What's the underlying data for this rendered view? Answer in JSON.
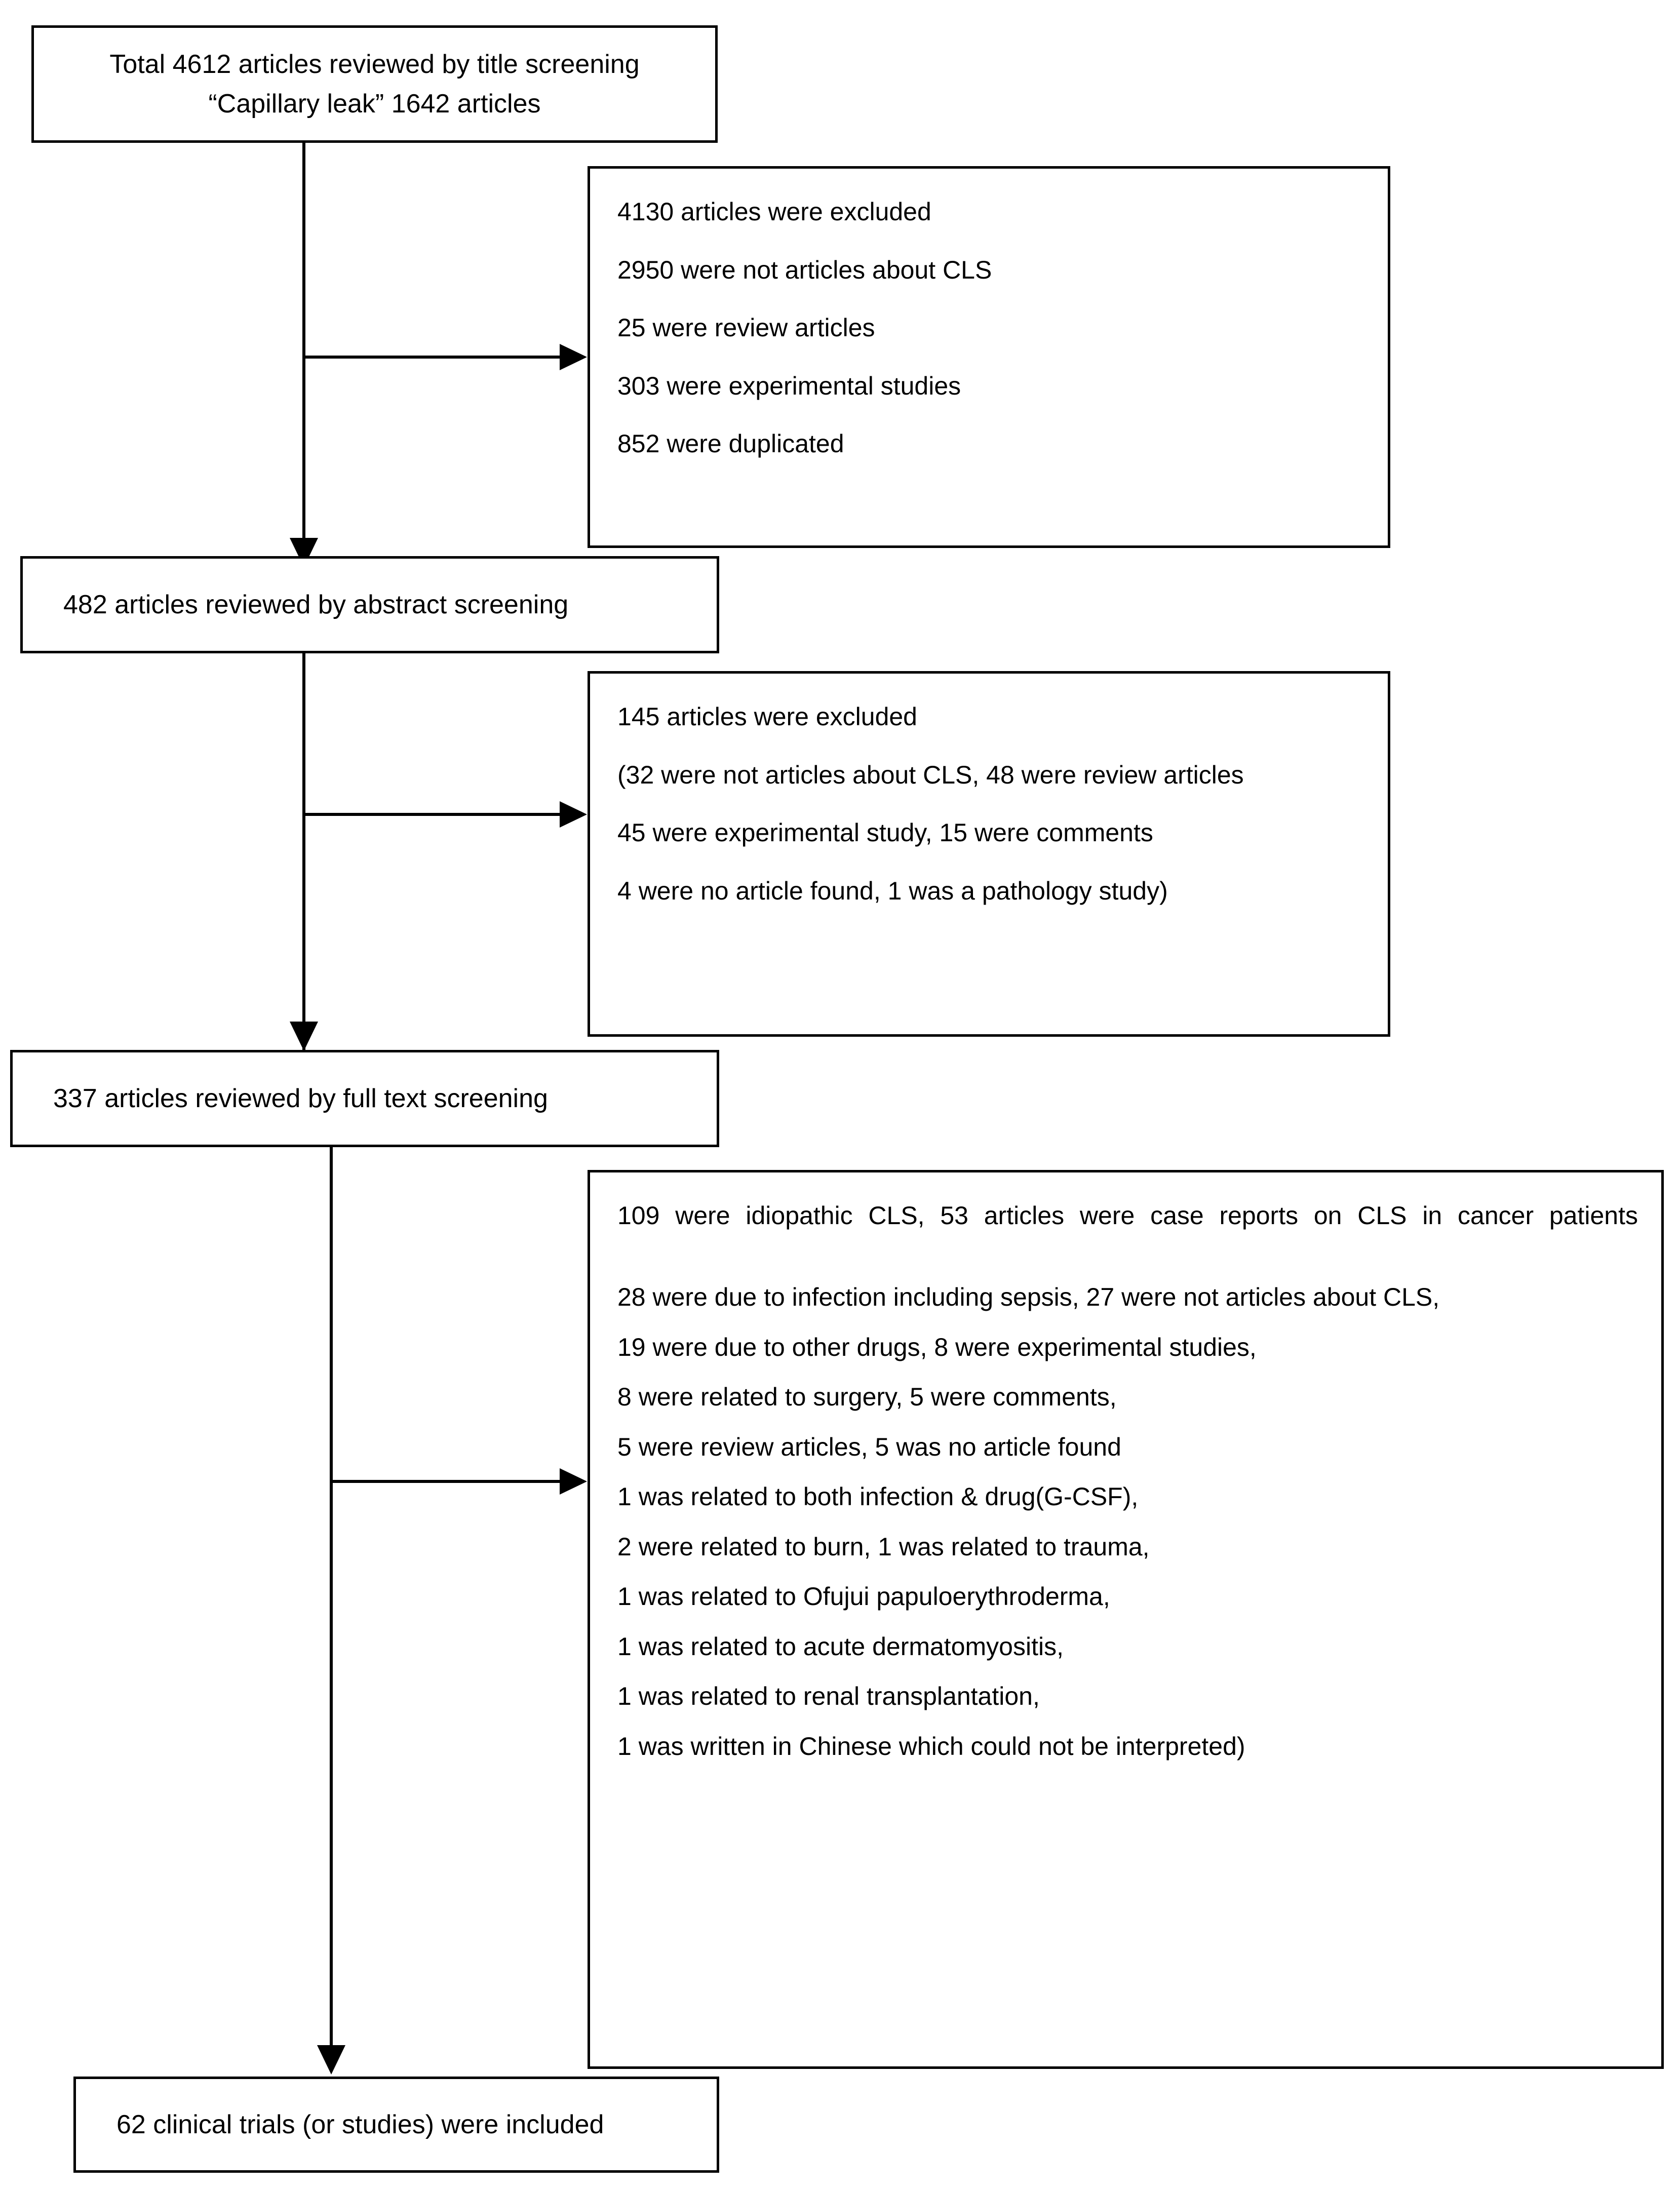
{
  "diagram": {
    "title": "PRISMA-style article selection flow chart",
    "line_color": "#000000",
    "background_color": "#ffffff"
  },
  "stages": [
    {
      "id": "title-screening",
      "text": "Total 4612 articles reviewed by title screening\n“Capillary leak” 1642 articles"
    },
    {
      "id": "abstract-screening",
      "text": "482 articles reviewed by abstract screening"
    },
    {
      "id": "full-text-screening",
      "text": "337 articles reviewed by full text screening"
    },
    {
      "id": "included",
      "text": "62 clinical trials (or studies) were included"
    }
  ],
  "exclusions": [
    {
      "id": "exclusion-title-screening",
      "lines": [
        "4130 articles were excluded",
        "2950 were not articles about CLS",
        "25 were review articles",
        "303 were experimental studies",
        "852 were duplicated"
      ]
    },
    {
      "id": "exclusion-abstract-screening",
      "lines": [
        "145 articles were excluded",
        "(32 were not articles about CLS, 48 were review articles",
        "45 were experimental study, 15 were comments",
        "4 were no article found, 1 was a pathology study)"
      ]
    },
    {
      "id": "exclusion-full-text-screening",
      "lines": [
        "109 were idiopathic CLS, 53 articles were case reports on CLS in cancer patients",
        "28 were due to infection including sepsis, 27 were not articles about CLS,",
        "19 were due to other drugs,  8 were experimental studies,",
        "8 were related to surgery, 5 were comments,",
        "5 were review articles, 5 was no article found",
        "1 was related to both infection & drug(G-CSF),",
        "2 were related to burn, 1 was related to trauma,",
        "1 was related to Ofujui papuloerythroderma,",
        "1 was related to acute dermatomyositis,",
        "1 was related to renal transplantation,",
        "1 was written in Chinese which could not be interpreted)"
      ]
    }
  ]
}
